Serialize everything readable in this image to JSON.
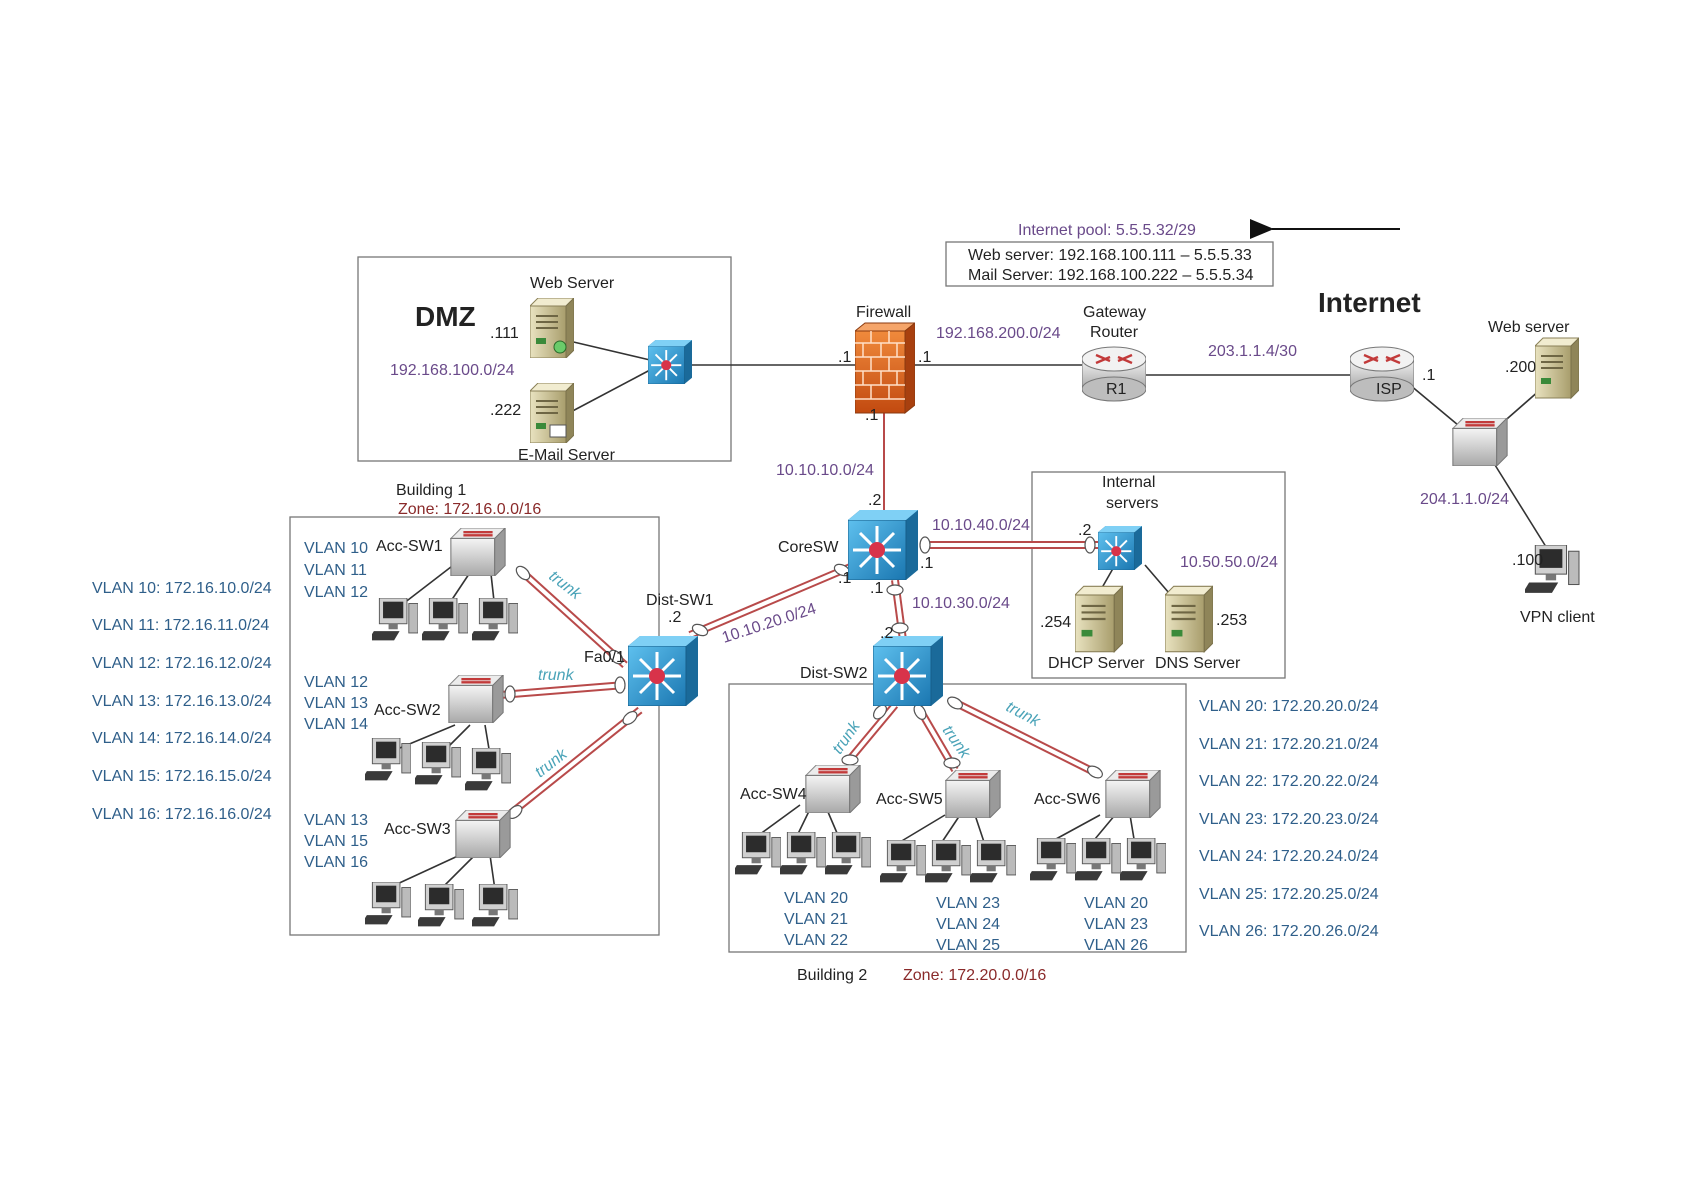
{
  "labels": {
    "internet_pool": "Internet pool: 5.5.5.32/29",
    "nat_web": "Web server: 192.168.100.111 – 5.5.5.33",
    "nat_mail": "Mail Server: 192.168.100.222 – 5.5.5.34",
    "internet": "Internet",
    "dmz": "DMZ",
    "dmz_web_server": "Web Server",
    "dmz_mail_server": "E-Mail Server",
    "dmz_web_ip": ".111",
    "dmz_mail_ip": ".222",
    "dmz_subnet": "192.168.100.0/24",
    "firewall": "Firewall",
    "fw_dmz_ip": ".1",
    "fw_out_ip": ".1",
    "fw_core_ip": ".1",
    "fw_gw_subnet": "192.168.200.0/24",
    "gateway_router_1": "Gateway",
    "gateway_router_2": "Router",
    "r1": "R1",
    "isp": "ISP",
    "isp_subnet": "203.1.1.4/30",
    "isp_ip": ".1",
    "remote_web_server": "Web server",
    "remote_web_ip": ".200",
    "remote_subnet": "204.1.1.0/24",
    "vpn_ip": ".100",
    "vpn_client": "VPN client",
    "core_fw_subnet": "10.10.10.0/24",
    "core_top_ip": ".2",
    "coresw": "CoreSW",
    "core_int_subnet": "10.10.40.0/24",
    "core_int_ip": ".1",
    "int_sw_ip": ".2",
    "core_ds1_ip": ".1",
    "core_ds2_ip": ".1",
    "ds1_subnet": "10.10.20.0/24",
    "ds2_subnet": "10.10.30.0/24",
    "internal_servers_1": "Internal",
    "internal_servers_2": "servers",
    "internal_subnet": "10.50.50.0/24",
    "dhcp_ip": ".254",
    "dns_ip": ".253",
    "dhcp_server": "DHCP Server",
    "dns_server": "DNS Server",
    "building1": "Building 1",
    "zone1": "Zone: 172.16.0.0/16",
    "dist_sw1": "Dist-SW1",
    "ds1_ip": ".2",
    "fa01": "Fa0/1",
    "acc_sw1": "Acc-SW1",
    "acc_sw2": "Acc-SW2",
    "acc_sw3": "Acc-SW3",
    "trunk": "trunk",
    "building2": "Building 2",
    "zone2": "Zone: 172.20.0.0/16",
    "dist_sw2": "Dist-SW2",
    "ds2_ip": ".2",
    "acc_sw4": "Acc-SW4",
    "acc_sw5": "Acc-SW5",
    "acc_sw6": "Acc-SW6"
  },
  "acc_vlans": {
    "sw1": [
      "VLAN 10",
      "VLAN 11",
      "VLAN 12"
    ],
    "sw2": [
      "VLAN 12",
      "VLAN 13",
      "VLAN 14"
    ],
    "sw3": [
      "VLAN 13",
      "VLAN 15",
      "VLAN 16"
    ],
    "sw4": [
      "VLAN 20",
      "VLAN 21",
      "VLAN 22"
    ],
    "sw5": [
      "VLAN 23",
      "VLAN 24",
      "VLAN 25"
    ],
    "sw6": [
      "VLAN 20",
      "VLAN 23",
      "VLAN 26"
    ]
  },
  "left_vlan_list": [
    "VLAN 10: 172.16.10.0/24",
    "VLAN 11: 172.16.11.0/24",
    "VLAN 12: 172.16.12.0/24",
    "VLAN 13: 172.16.13.0/24",
    "VLAN 14: 172.16.14.0/24",
    "VLAN 15: 172.16.15.0/24",
    "VLAN 16: 172.16.16.0/24"
  ],
  "right_vlan_list": [
    "VLAN 20: 172.20.20.0/24",
    "VLAN 21: 172.20.21.0/24",
    "VLAN 22: 172.20.22.0/24",
    "VLAN 23: 172.20.23.0/24",
    "VLAN 24: 172.20.24.0/24",
    "VLAN 25: 172.20.25.0/24",
    "VLAN 26: 172.20.26.0/24"
  ],
  "colors": {
    "purple_text": "#6a4a8a",
    "blue_text": "#2f5f8a",
    "maroon_text": "#8a2a2a",
    "link_red": "#b84a4a",
    "switch_blue": "#2a8fc7",
    "firewall_orange": "#e8702a"
  }
}
